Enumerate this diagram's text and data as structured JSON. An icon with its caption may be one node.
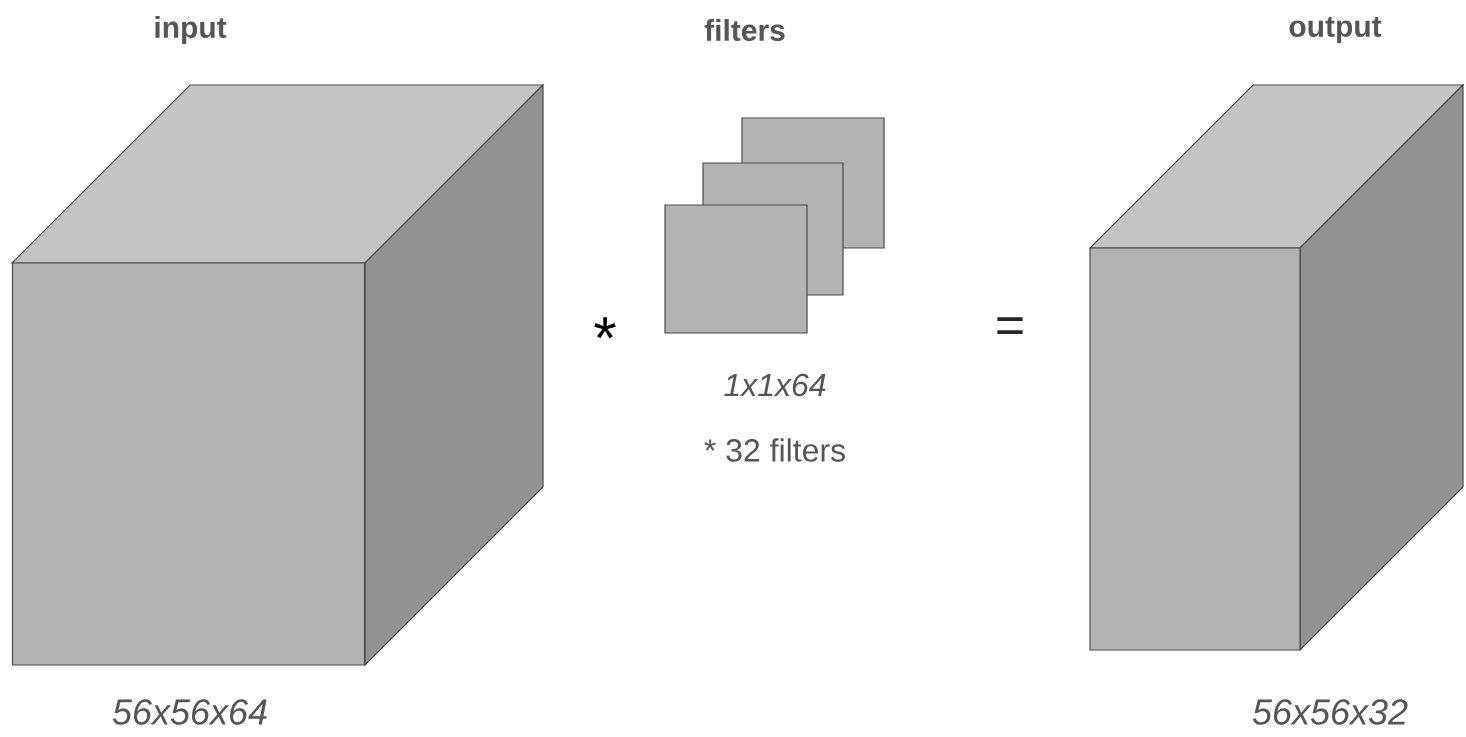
{
  "diagram": {
    "nodes": [
      {
        "text": [
          "input"
        ],
        "beside": [
          "56x56x64"
        ]
      },
      {
        "text": [
          "filters"
        ],
        "beside": [
          "1x1x64",
          "* 32 filters"
        ]
      },
      {
        "text": [
          "output"
        ],
        "beside": [
          "56x56x32"
        ]
      }
    ],
    "labels": [
      "*",
      "="
    ]
  }
}
